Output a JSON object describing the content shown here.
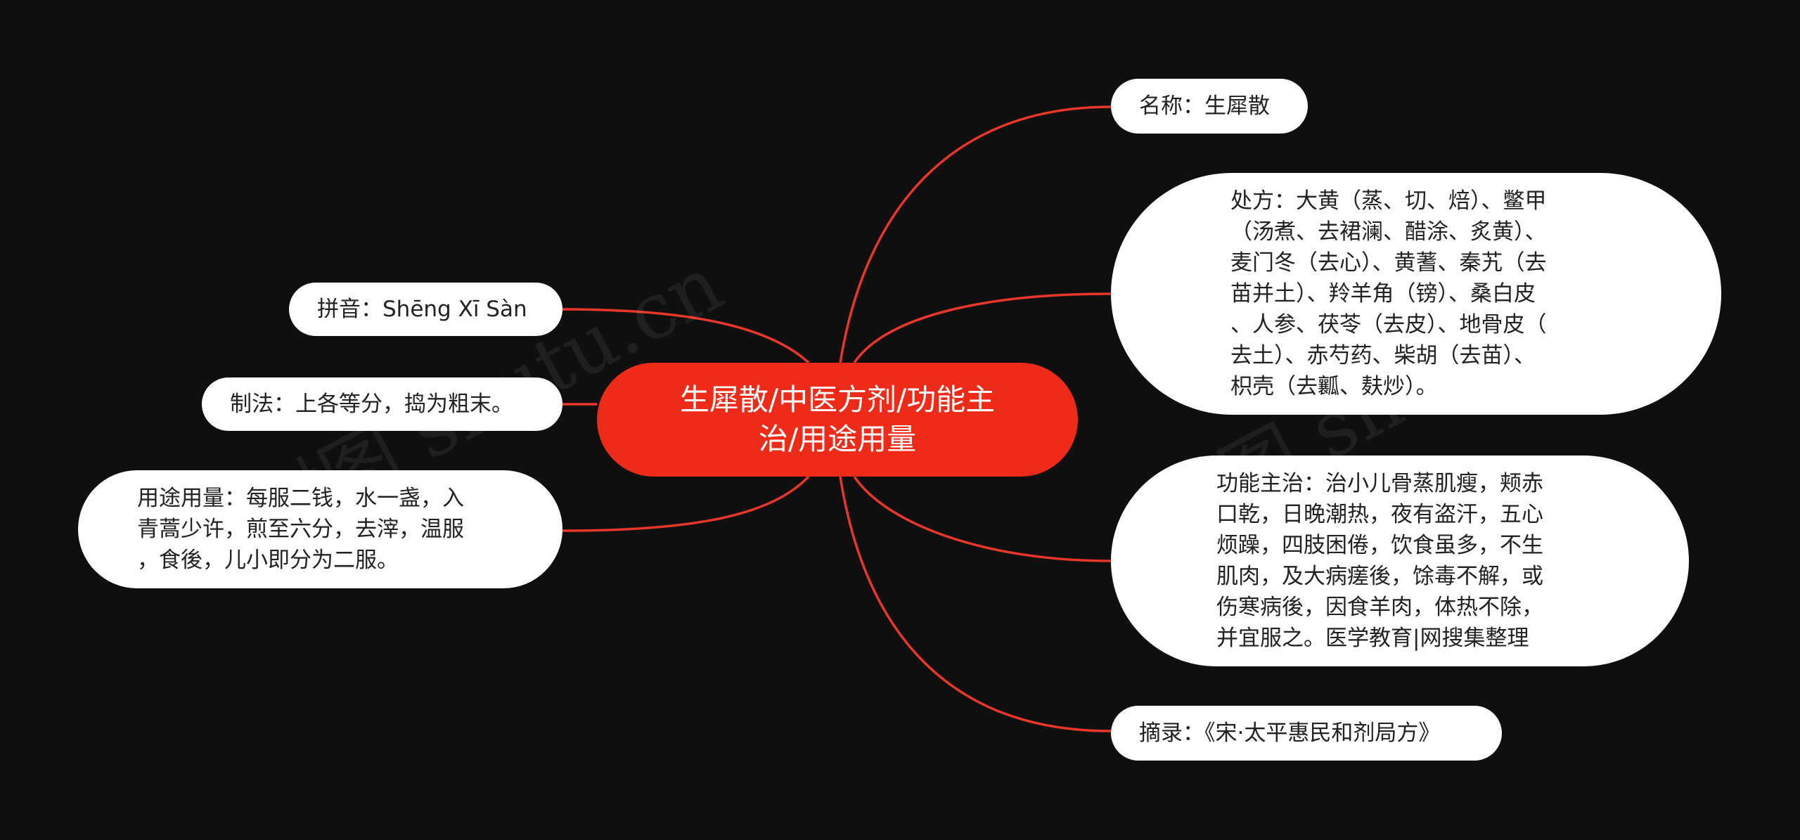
{
  "colors": {
    "background": "#0f0f0f",
    "center_fill": "#ee2b19",
    "connector": "#e8362a",
    "node_fill": "#ffffff",
    "node_text": "#222222"
  },
  "center": {
    "label": "生犀散/中医方剂/功能主\n治/用途用量"
  },
  "left_nodes": {
    "pinyin": "拼音：Shēng Xī Sàn",
    "zhifa": "制法：上各等分，捣为粗末。",
    "yongtu": "用途用量：每服二钱，水一盏，入\n青蒿少许，煎至六分，去滓，温服\n，食後，儿小即分为二服。"
  },
  "right_nodes": {
    "mingcheng": "名称：生犀散",
    "chufang": "处方：大黄（蒸、切、焙）、鳖甲\n（汤煮、去裙澜、醋涂、炙黄）、\n麦门冬（去心）、黄蓍、秦艽（去\n苗并土）、羚羊角（镑）、桑白皮\n、人参、茯苓（去皮）、地骨皮（\n去土）、赤芍药、柴胡（去苗）、\n枳壳（去瓤、麸炒）。",
    "gongneng": "功能主治：治小儿骨蒸肌瘦，颊赤\n口乾，日晚潮热，夜有盗汗，五心\n烦躁，四肢困倦，饮食虽多，不生\n肌肉，及大病瘥後，馀毒不解，或\n伤寒病後，因食羊肉，体热不除，\n并宜服之。医学教育|网搜集整理",
    "zhailu": "摘录：《宋·太平惠民和剂局方》"
  },
  "watermark": {
    "left": "树图 shutu.cn",
    "right": "树图 shutu.cn"
  }
}
